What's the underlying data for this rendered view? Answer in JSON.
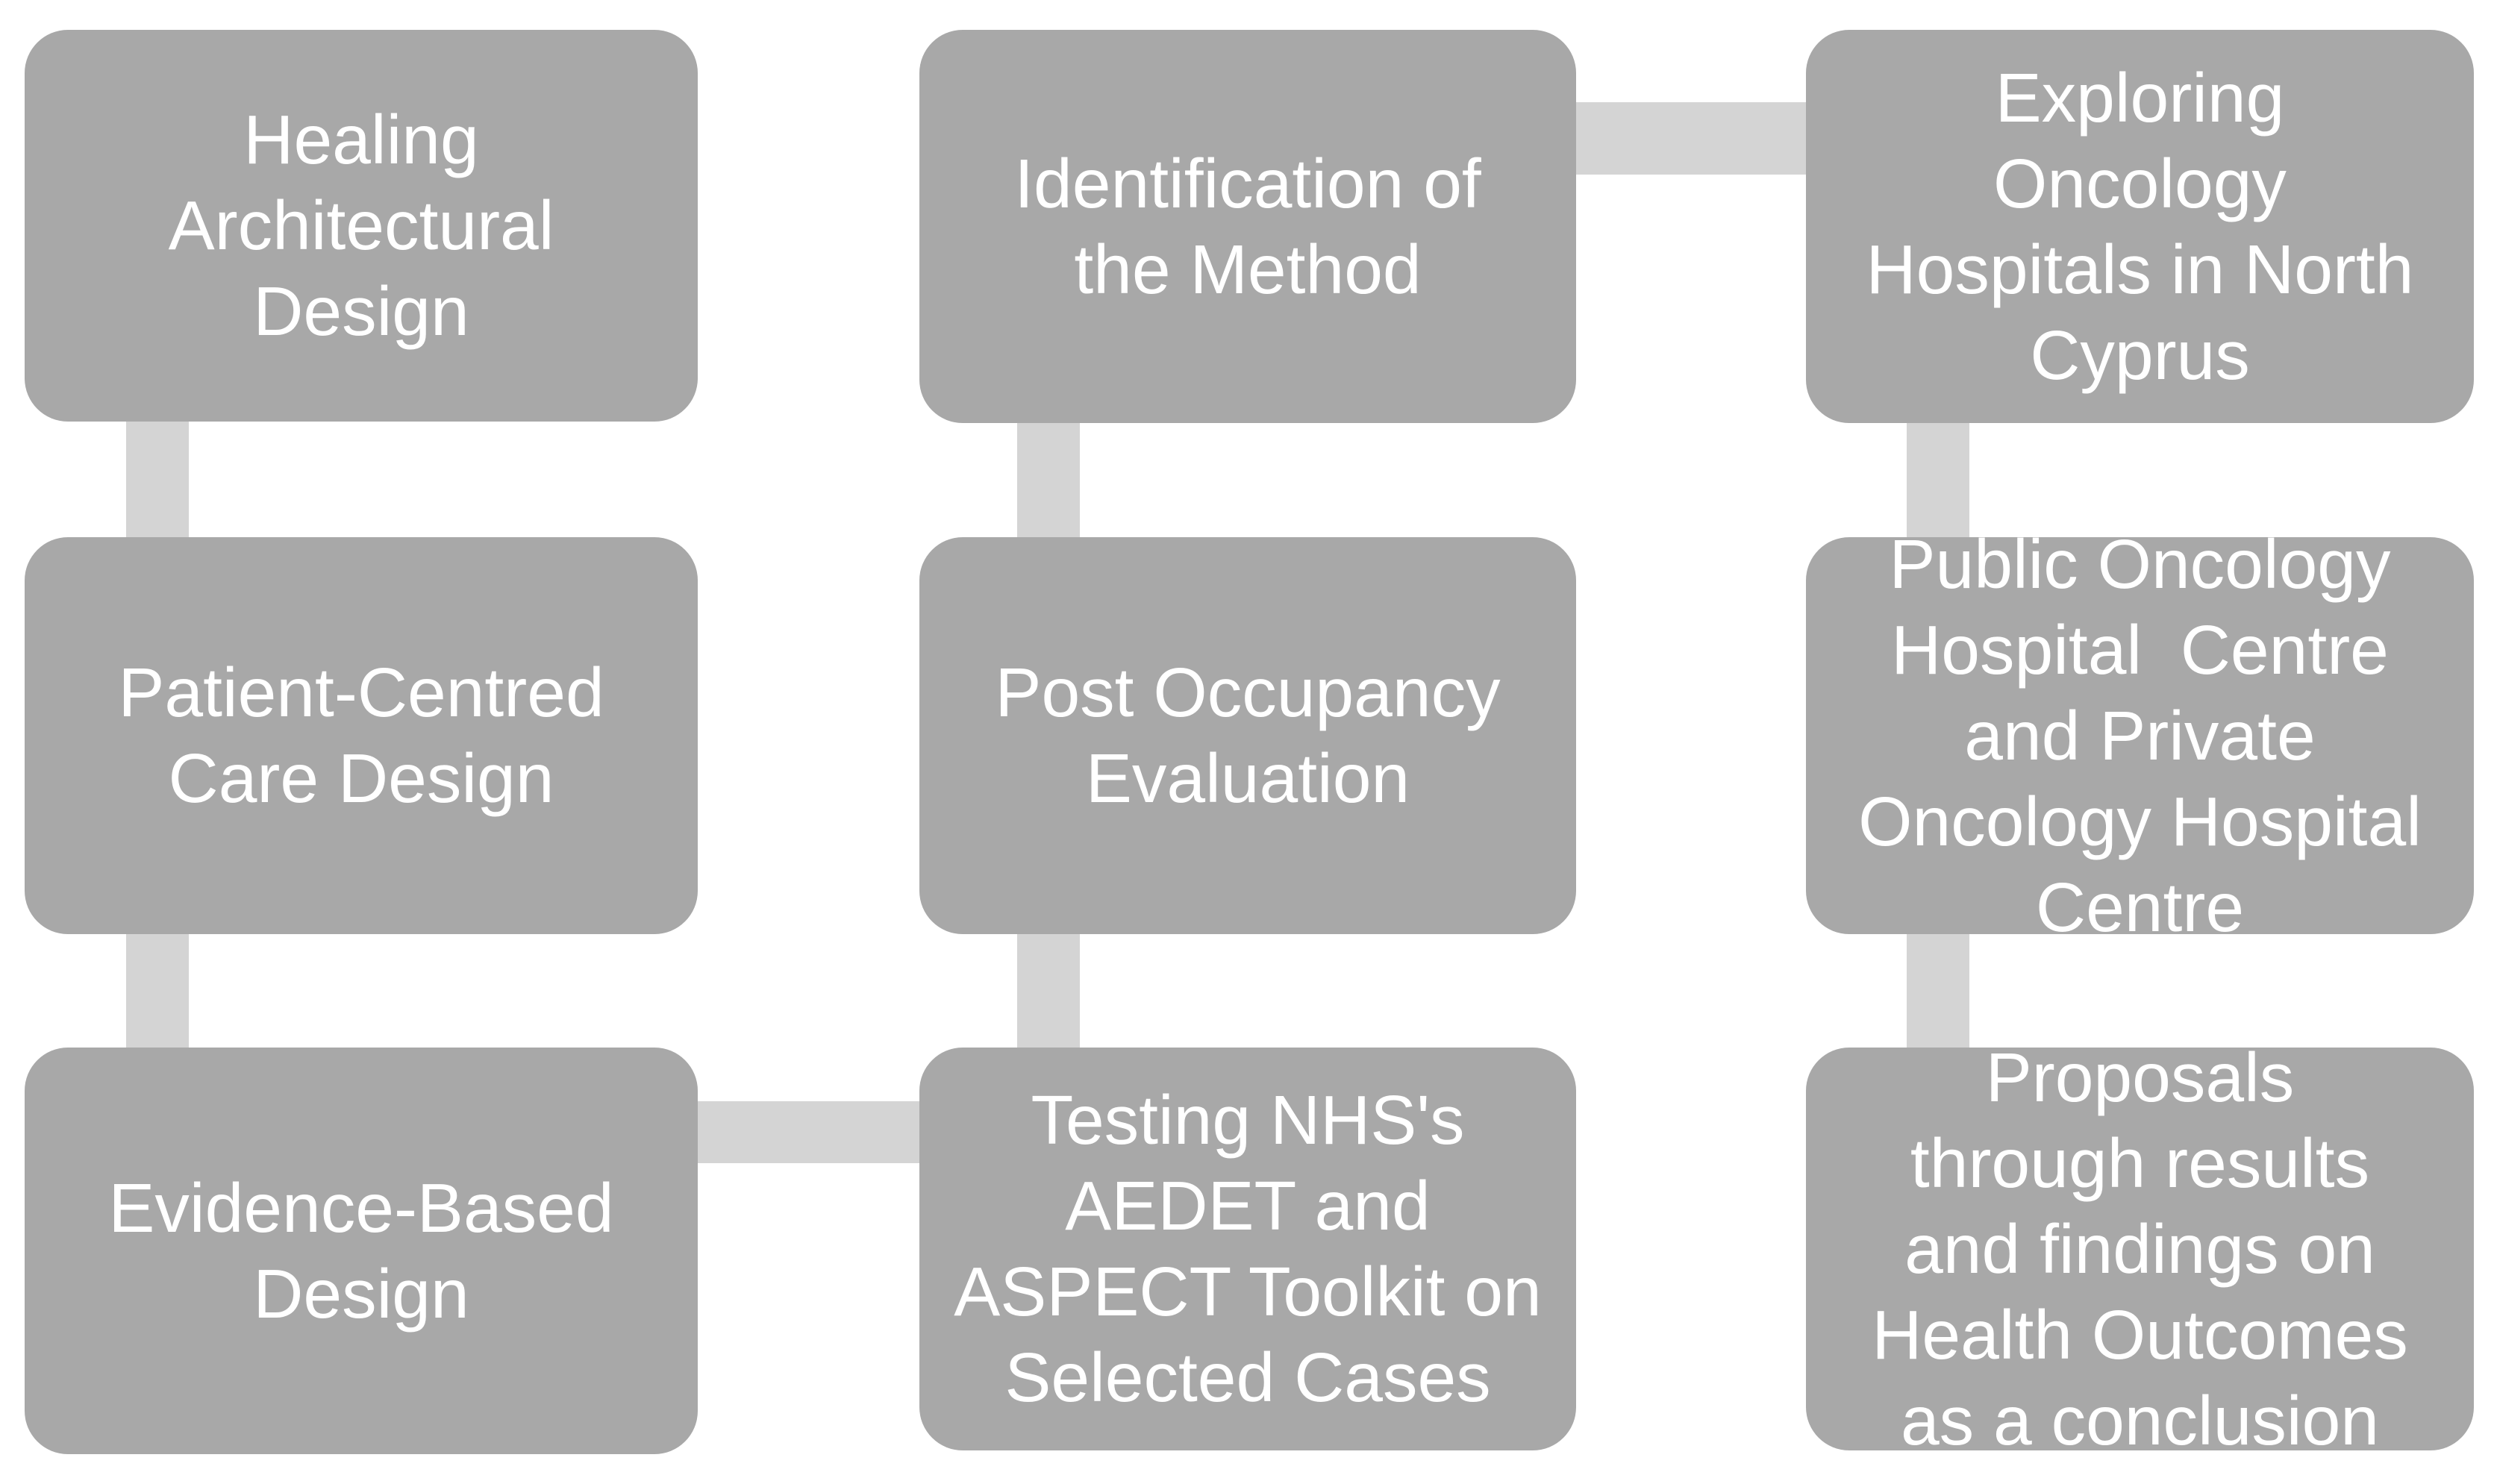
{
  "figure": {
    "type": "process-flow-diagram",
    "background_color": "#ffffff",
    "box_fill_color": "#a8a8a8",
    "connector_fill_color": "#d4d4d4",
    "text_color": "#ffffff"
  },
  "boxes": [
    {
      "id": "healing-architectural-design",
      "text": "Healing\nArchitectural\nDesign"
    },
    {
      "id": "patient-centred-care-design",
      "text": "Patient-Centred\nCare Design"
    },
    {
      "id": "evidence-based-design",
      "text": "Evidence-Based\nDesign"
    },
    {
      "id": "identification-of-the-method",
      "text": "Identification of\nthe Method"
    },
    {
      "id": "post-occupancy-evaluation",
      "text": "Post Occupancy\nEvaluation"
    },
    {
      "id": "testing-nhs-aedet-aspect-toolkit",
      "text": "Testing NHS's\nAEDET and\nASPECT Toolkit on\nSelected Cases"
    },
    {
      "id": "exploring-oncology-hospitals-north-cyprus",
      "text": "Exploring\nOncology\nHospitals in North\nCyprus"
    },
    {
      "id": "public-and-private-oncology-hospital-centre",
      "text": "Public Oncology\nHospital  Centre\nand Private\nOncology Hospital\nCentre"
    },
    {
      "id": "proposals-through-results-conclusion",
      "text": "Proposals\nthrough results\nand findings on\nHealth Outcomes\nas a conclusion"
    }
  ],
  "connectors": [
    {
      "id": "col1-row1-row2-vertical"
    },
    {
      "id": "col1-row2-row3-vertical"
    },
    {
      "id": "col2-row1-row2-vertical"
    },
    {
      "id": "col2-row2-row3-vertical"
    },
    {
      "id": "col3-row1-row2-vertical"
    },
    {
      "id": "col3-row2-row3-vertical"
    },
    {
      "id": "col2row1-to-col3row1-horizontal"
    },
    {
      "id": "col1row3-to-col2row3-horizontal"
    }
  ]
}
